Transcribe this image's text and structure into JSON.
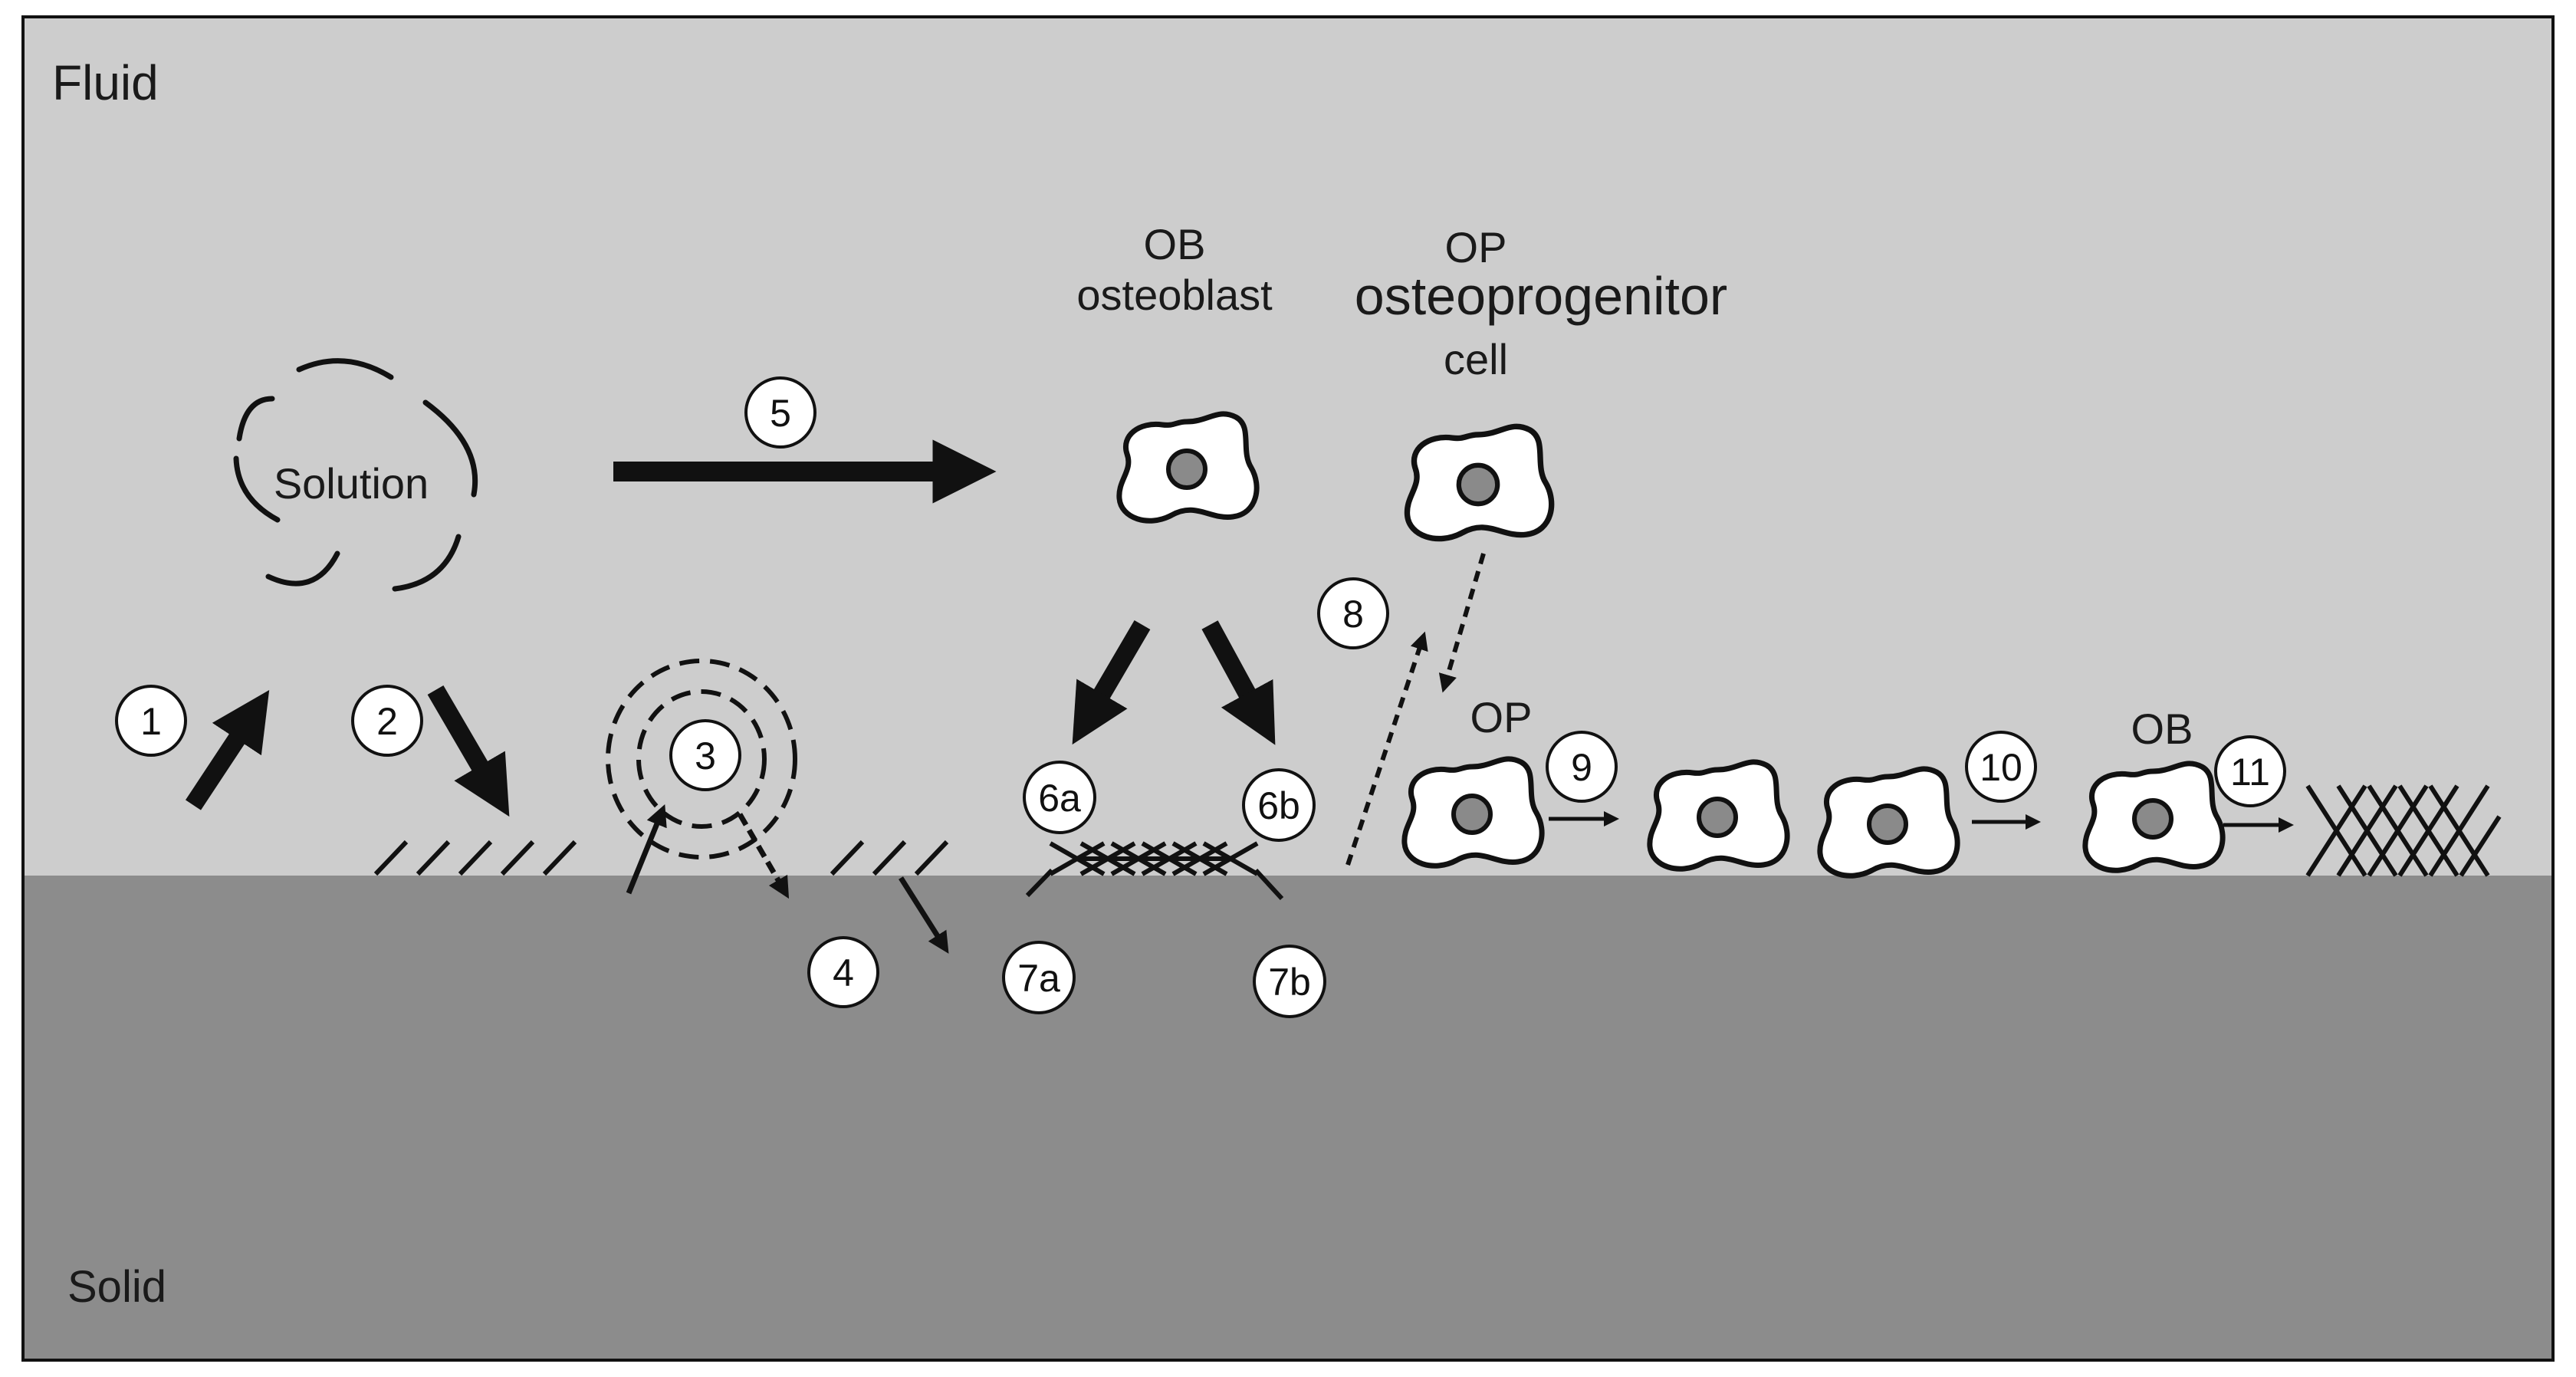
{
  "regions": {
    "fluid_label": "Fluid",
    "solid_label": "Solid"
  },
  "solution_label": "Solution",
  "ob_header": {
    "abbr": "OB",
    "name": "osteoblast"
  },
  "op_header": {
    "abbr": "OP",
    "name_line1": "osteoprogenitor",
    "name_line2": "cell"
  },
  "surface_labels": {
    "op": "OP",
    "ob": "OB"
  },
  "badges": {
    "b1": "1",
    "b2": "2",
    "b3": "3",
    "b4": "4",
    "b5": "5",
    "b6a": "6a",
    "b6b": "6b",
    "b7a": "7a",
    "b7b": "7b",
    "b8": "8",
    "b9": "9",
    "b10": "10",
    "b11": "11"
  },
  "colors": {
    "fluid": "#cdcdcd",
    "solid": "#8c8c8c",
    "ink": "#111111",
    "nucleus": "#8a8a8a"
  }
}
